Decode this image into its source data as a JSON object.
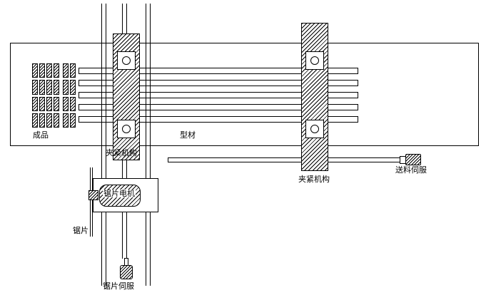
{
  "diagram": {
    "labels": {
      "finished_product": "成品",
      "clamp_left": "夹紧机构",
      "profile": "型材",
      "clamp_right": "夹紧机构",
      "feed_servo": "送料伺服",
      "saw_motor": "锯片电机",
      "saw_blade": "锯片",
      "saw_servo": "锯片伺服"
    },
    "colors": {
      "line": "#000000",
      "background": "#ffffff"
    }
  }
}
